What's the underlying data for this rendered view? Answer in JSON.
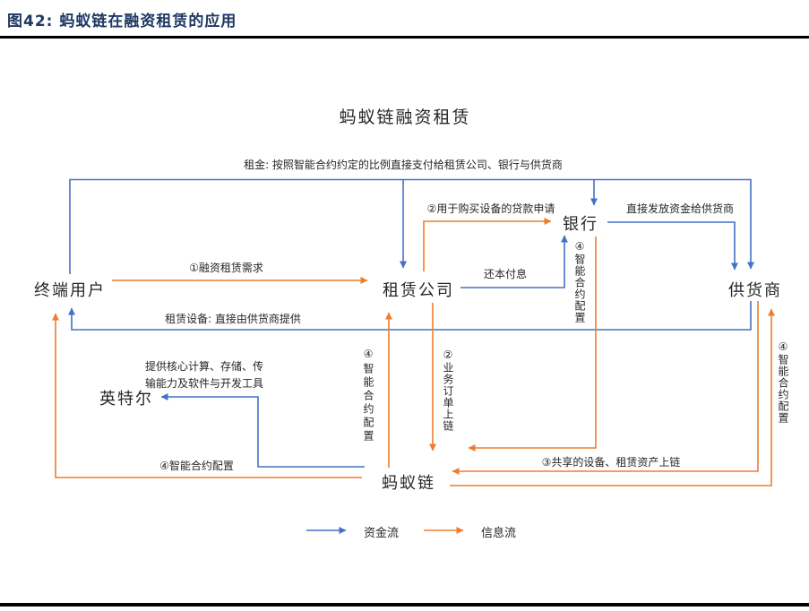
{
  "figure": {
    "caption": "图42: 蚂蚁链在融资租赁的应用",
    "title": "蚂蚁链融资租赁"
  },
  "nodes": {
    "end_user": "终端用户",
    "leasing_company": "租赁公司",
    "bank": "银行",
    "supplier": "供货商",
    "intel": "英特尔",
    "ant_chain": "蚂蚁链"
  },
  "labels": {
    "rent": "租金: 按照智能合约约定的比例直接支付给租赁公司、银行与供货商",
    "demand": "①融资租赁需求",
    "loan_application": "②用于购买设备的贷款申请",
    "direct_funds": "直接发放资金给供货商",
    "repayment": "还本付息",
    "bank_contract": "④智能合约配置",
    "lease_equipment": "租赁设备: 直接由供货商提供",
    "intel_provide": "提供核心计算、存储、传\n输能力及软件与开发工具",
    "user_contract": "④智能合约配置",
    "leasing_contract": "④智能合约配置",
    "order_onchain": "②业务订单上链",
    "shared_assets": "③共享的设备、租赁资产上链",
    "supplier_contract": "④智能合约配置"
  },
  "legend": {
    "capital_flow": "资金流",
    "info_flow": "信息流"
  },
  "colors": {
    "capital_flow": "#4472C4",
    "info_flow": "#ED7D31",
    "caption": "#1F3864"
  }
}
